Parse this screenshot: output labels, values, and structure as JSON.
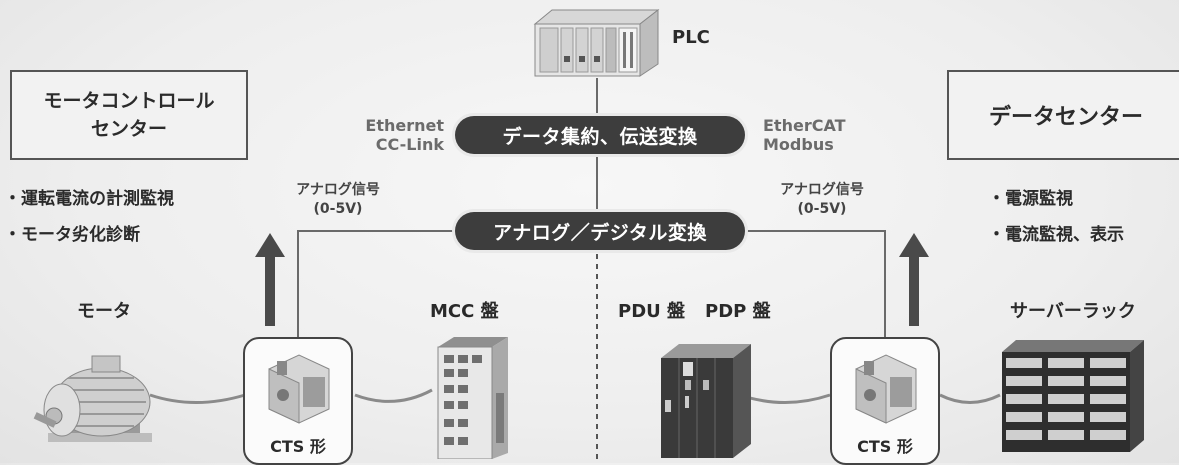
{
  "plc": {
    "label": "PLC"
  },
  "left_box": {
    "line1": "モータコントロール",
    "line2": "センター"
  },
  "right_box": {
    "label": "データセンター"
  },
  "pills": {
    "top": "データ集約、伝送変換",
    "middle": "アナログ／デジタル変換"
  },
  "protocols": {
    "left": [
      "Ethernet",
      "CC-Link"
    ],
    "right": [
      "EtherCAT",
      "Modbus"
    ]
  },
  "signal_left": {
    "line1": "アナログ信号",
    "line2": "(0-5V)"
  },
  "signal_right": {
    "line1": "アナログ信号",
    "line2": "(0-5V)"
  },
  "bullets_left": [
    "・運転電流の計測監視",
    "・モータ劣化診断"
  ],
  "bullets_right": [
    "・電源監視",
    "・電流監視、表示"
  ],
  "labels": {
    "motor": "モータ",
    "mcc": "MCC 盤",
    "pdu": "PDU 盤",
    "pdp": "PDP 盤",
    "rack": "サーバーラック"
  },
  "cts_left": {
    "label": "CTS 形"
  },
  "cts_right": {
    "label": "CTS 形"
  },
  "icons": {
    "plc": "plc-icon",
    "motor": "motor-icon",
    "mcc": "mcc-panel-icon",
    "pdu": "pdu-panel-icon",
    "rack": "server-rack-icon",
    "cts": "current-sensor-icon"
  }
}
